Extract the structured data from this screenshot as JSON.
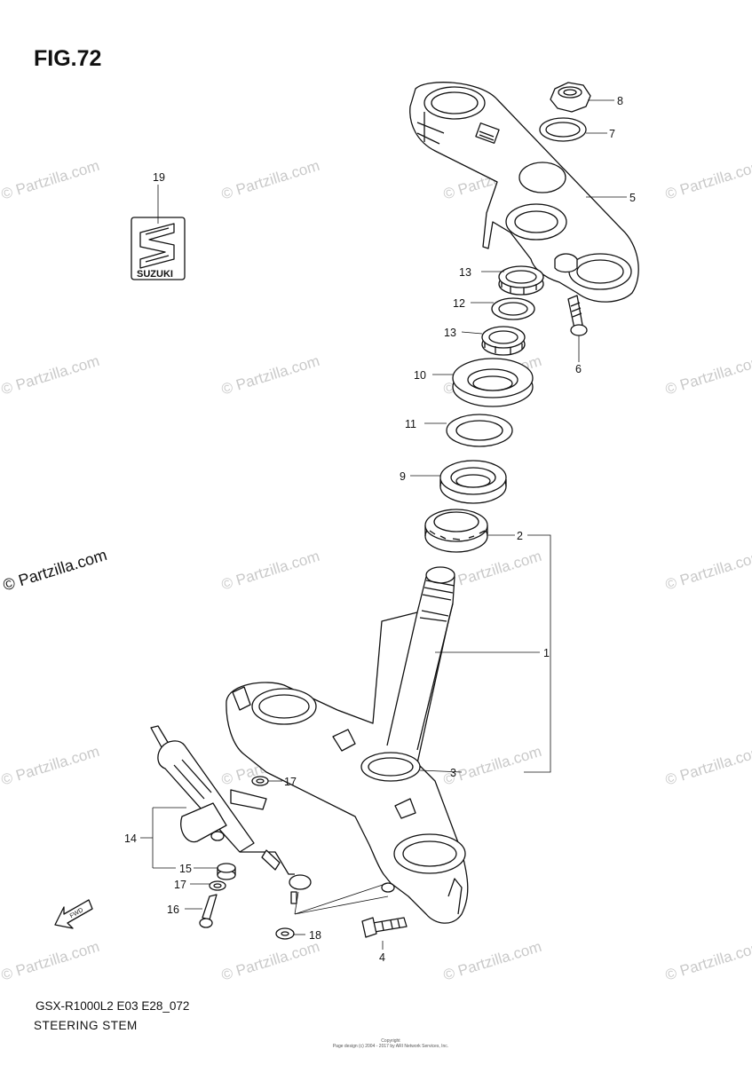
{
  "figure": {
    "title": "FIG.72",
    "model_code": "GSX-R1000L2 E03 E28_072",
    "section_name": "STEERING STEM",
    "copyright_lines": [
      "Copyright",
      "Page design (c) 2004 - 2017 by ARI Network Services, Inc."
    ]
  },
  "logo": {
    "text": "SUZUKI"
  },
  "watermark": {
    "text": "© Partzilla.com"
  },
  "fwd_arrow": {
    "label": "FWD"
  },
  "callouts": {
    "c1": "1",
    "c2": "2",
    "c3": "3",
    "c4": "4",
    "c5": "5",
    "c6": "6",
    "c7": "7",
    "c8": "8",
    "c9": "9",
    "c10": "10",
    "c11": "11",
    "c12": "12",
    "c13a": "13",
    "c13b": "13",
    "c14": "14",
    "c15": "15",
    "c16": "16",
    "c17a": "17",
    "c17b": "17",
    "c18": "18",
    "c19": "19"
  }
}
